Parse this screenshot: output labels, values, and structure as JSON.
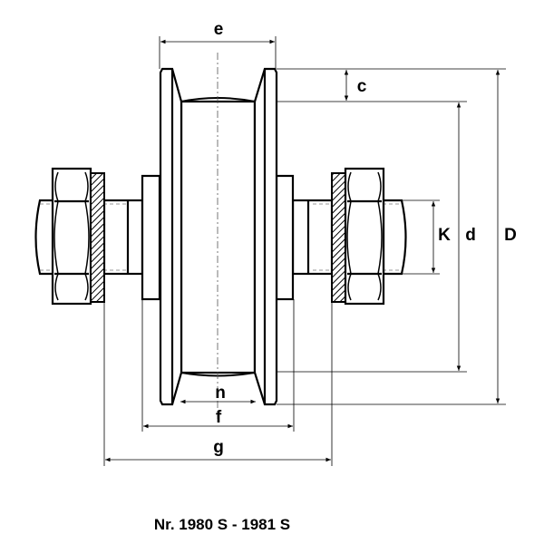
{
  "title": "Nr. 1980 S - 1981 S",
  "dimensions": {
    "e": "e",
    "c": "c",
    "K": "K",
    "d": "d",
    "D": "D",
    "n": "n",
    "f": "f",
    "g": "g"
  }
}
